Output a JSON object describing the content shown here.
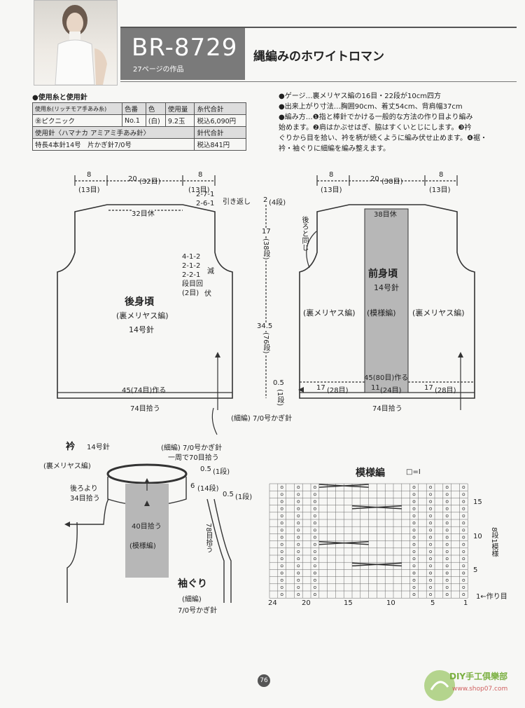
{
  "header": {
    "code": "BR-8729",
    "subtitle": "27ページの作品",
    "title": "縄編みのホワイトロマン"
  },
  "yarn": {
    "heading": "●使用糸と使用針",
    "col_yarn": "使用糸(リッチモア手あみ糸)",
    "col_num": "色番",
    "col_color": "色",
    "col_amount": "使用量",
    "col_cost": "糸代合計",
    "row_yarn": "㊎ピクニック",
    "row_num": "No.1",
    "row_color": "(白)",
    "row_amount": "9.2玉",
    "row_cost": "税込6,090円",
    "needle_label": "使用針〈ハマナカ アミアミ手あみ針〉",
    "needle_cost_label": "針代合計",
    "needle_value": "特長4本針14号　片かぎ針7/0号",
    "needle_cost": "税込841円"
  },
  "notes": {
    "l1": "●ゲージ…裏メリヤス編の16目・22段が10cm四方",
    "l2": "●出来上がり寸法…胸囲90cm、着丈54cm、背肩幅37cm",
    "l3": "●編み方…❶指と棒針でかける一般的な方法の作り目より編み",
    "l4": "始めます。❷肩はかぶせはぎ、脇はすくいとじにします。❸衿",
    "l5": "ぐりから目を拾い、衿を柄が続くように編み伏せ止めます。❹裾・",
    "l6": "衿・袖ぐりに細編を編み整えます。"
  },
  "back": {
    "dim_l": "8",
    "dim_l_s": "(13目)",
    "dim_c": "20",
    "dim_c_s": "(32目)",
    "dim_r": "8",
    "dim_r_s": "(13目)",
    "sr1": "2-7-1",
    "sr2": "2-6-1",
    "sr_note": "引き返し",
    "neck": "32目休",
    "dec1": "4-1-2",
    "dec2": "2-1-2",
    "dec3": "2-2-1",
    "dec4": "段目回",
    "dec5": "(2目)",
    "dec_a": "減",
    "dec_b": "伏",
    "name": "後身頃",
    "stitch": "(裏メリヤス編)",
    "needle": "14号針",
    "cast": "45(74目)作る",
    "pick": "74目拾う"
  },
  "vert": {
    "v1": "2",
    "v1s": "(4段)",
    "v2": "17",
    "v2s": "(38段)",
    "v3": "34.5",
    "v3s": "(76段)",
    "v4": "0.5",
    "v4s": "(1段)"
  },
  "hem_note": "(細編) 7/0号かぎ針",
  "front": {
    "dim_l": "8",
    "dim_l_s": "(13目)",
    "dim_c": "20",
    "dim_c_s": "(38目)",
    "dim_r": "8",
    "dim_r_s": "(13目)",
    "neck": "38目休",
    "same": "後ろと同じ",
    "name": "前身頃",
    "needle": "14号針",
    "left": "(裏メリヤス編)",
    "center": "(模様編)",
    "right": "(裏メリヤス編)",
    "cast": "45(80目)作る",
    "c1": "17",
    "c1s": "(28目)",
    "c2": "11",
    "c2s": "(24目)",
    "c3": "17",
    "c3s": "(28目)",
    "pick": "74目拾う"
  },
  "collar": {
    "title": "衿",
    "needle": "14号針",
    "stitch": "(裏メリヤス編)",
    "back_pick1": "後ろより",
    "back_pick2": "34目拾う",
    "crochet": "(細編) 7/0号かぎ針",
    "round": "一周で70目拾う",
    "r1": "0.5",
    "r1s": "(1段)",
    "r2": "6",
    "r2s": "(14段)",
    "front_pick": "40目拾う",
    "pattern": "(模様編)"
  },
  "armhole": {
    "r": "0.5",
    "rs": "(1段)",
    "pick": "78目拾う",
    "title": "袖ぐり",
    "stitch": "(細編)",
    "needle": "7/0号かぎ針"
  },
  "pattern": {
    "title": "模様編",
    "legend": "□=Ⅰ",
    "xlabels": [
      "24",
      "20",
      "15",
      "10",
      "5",
      "1"
    ],
    "ylabels": [
      "15",
      "10",
      "5"
    ],
    "repeat": "8段1模様",
    "start": "1←作り目"
  },
  "page": {
    "number": "76"
  },
  "logo": {
    "text": "DIY手工俱樂部",
    "url": "www.shop07.com"
  }
}
